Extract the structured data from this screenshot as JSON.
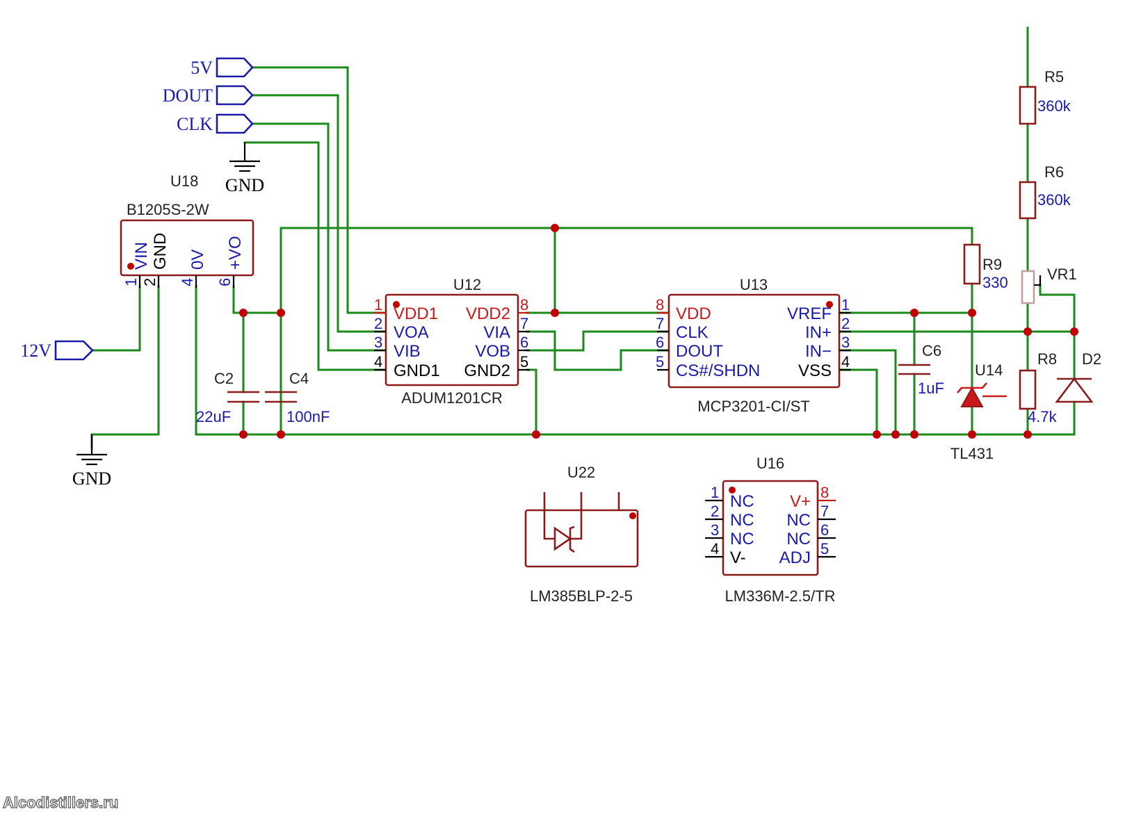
{
  "nets": {
    "v5": "5V",
    "dout": "DOUT",
    "clk": "CLK",
    "v12": "12V",
    "gnd_top": "GND",
    "gnd_bottom": "GND"
  },
  "u18": {
    "ref": "U18",
    "part": "B1205S-2W",
    "pins": [
      "VIN",
      "GND",
      "0V",
      "+VO"
    ],
    "nums": [
      "1",
      "2",
      "4",
      "6"
    ]
  },
  "u12": {
    "ref": "U12",
    "part": "ADUM1201CR",
    "left_pins": [
      "VDD1",
      "VOA",
      "VIB",
      "GND1"
    ],
    "left_nums": [
      "1",
      "2",
      "3",
      "4"
    ],
    "right_pins": [
      "VDD2",
      "VIA",
      "VOB",
      "GND2"
    ],
    "right_nums": [
      "8",
      "7",
      "6",
      "5"
    ]
  },
  "u13": {
    "ref": "U13",
    "part": "MCP3201-CI/ST",
    "left_pins": [
      "VDD",
      "CLK",
      "DOUT",
      "CS#/SHDN"
    ],
    "left_nums": [
      "8",
      "7",
      "6",
      "5"
    ],
    "right_pins": [
      "VREF",
      "IN+",
      "IN−",
      "VSS"
    ],
    "right_nums": [
      "1",
      "2",
      "3",
      "4"
    ]
  },
  "c2": {
    "ref": "C2",
    "value": "22uF"
  },
  "c4": {
    "ref": "C4",
    "value": "100nF"
  },
  "c6": {
    "ref": "C6",
    "value": "1uF"
  },
  "r5": {
    "ref": "R5",
    "value": "360k"
  },
  "r6": {
    "ref": "R6",
    "value": "360k"
  },
  "r9": {
    "ref": "R9",
    "value": "330"
  },
  "r8": {
    "ref": "R8",
    "value": "4.7k"
  },
  "vr1": {
    "ref": "VR1"
  },
  "d2": {
    "ref": "D2"
  },
  "u14": {
    "ref": "U14",
    "part": "TL431"
  },
  "u22": {
    "ref": "U22",
    "part": "LM385BLP-2-5"
  },
  "u16": {
    "ref": "U16",
    "part": "LM336M-2.5/TR",
    "left_pins": [
      "NC",
      "NC",
      "NC",
      "V-"
    ],
    "left_nums": [
      "1",
      "2",
      "3",
      "4"
    ],
    "right_pins": [
      "V+",
      "NC",
      "NC",
      "ADJ"
    ],
    "right_nums": [
      "8",
      "7",
      "6",
      "5"
    ]
  },
  "watermark": "Alcodistillers.ru",
  "colors": {
    "wire": "#1a8a1a",
    "component": "#8b1a1a",
    "pin_label": "#1a1aa8",
    "power_pin": "#c81818",
    "junction": "#c00000"
  }
}
